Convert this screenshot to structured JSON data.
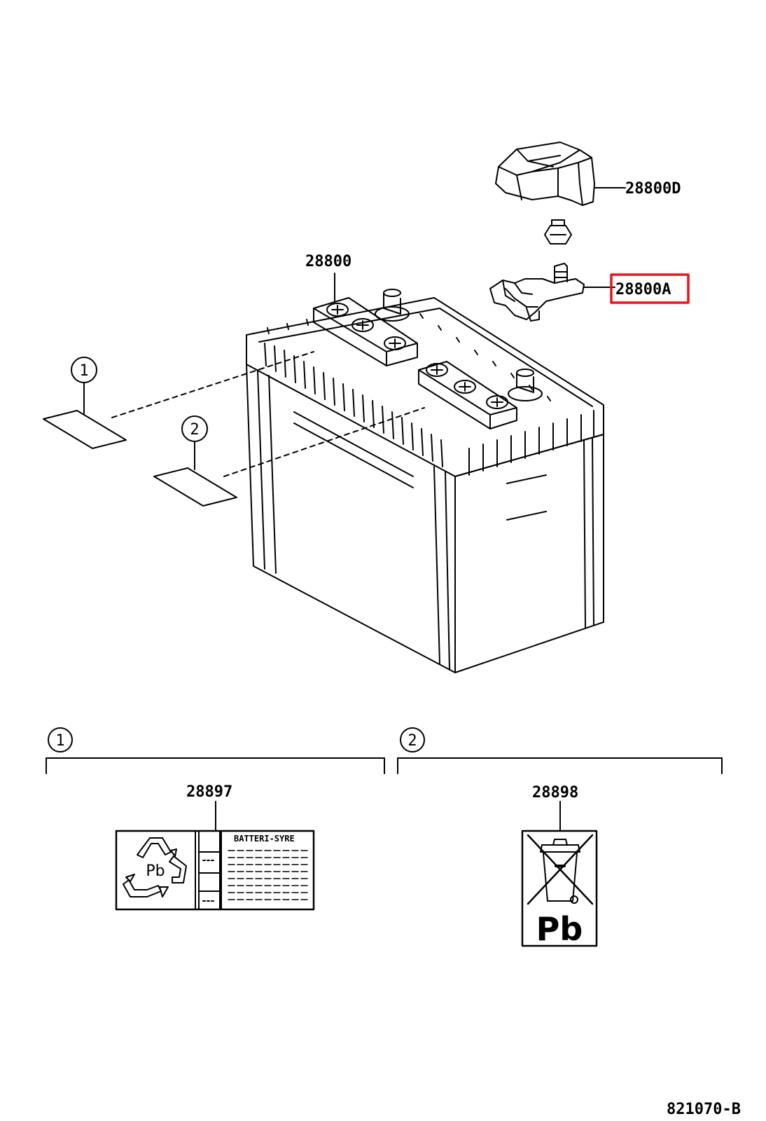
{
  "parts": {
    "cover": "28800D",
    "battery": "28800",
    "terminal": "28800A",
    "label_1": "28897",
    "label_2": "28898"
  },
  "callouts": {
    "one": "1",
    "two": "2"
  },
  "label_28897": {
    "header": "BATTERI-SYRE",
    "symbol": "Pb"
  },
  "label_28898": {
    "symbol": "Pb"
  },
  "figure_code": "821070-B",
  "colors": {
    "highlight": "#e8141c",
    "ink": "#000000"
  }
}
